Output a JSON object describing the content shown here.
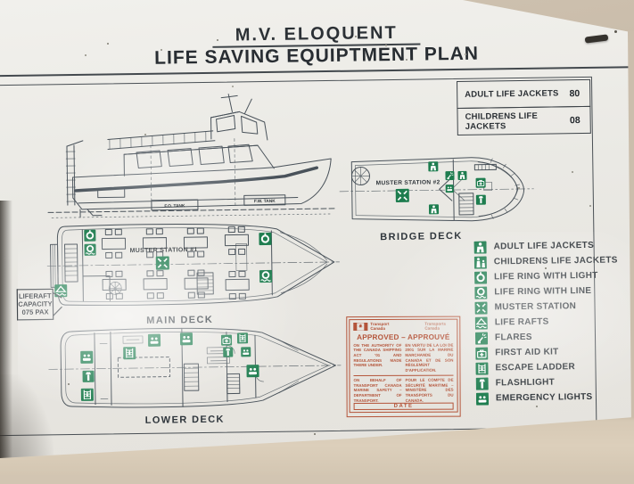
{
  "title": {
    "vessel": "M.V. ELOQUENT",
    "plan": "LIFE SAVING EQUIPTMENT PLAN"
  },
  "jackets_table": {
    "rows": [
      {
        "label": "ADULT LIFE JACKETS",
        "count": "80"
      },
      {
        "label": "CHILDRENS LIFE JACKETS",
        "count": "08"
      }
    ]
  },
  "decks": {
    "bridge": {
      "name": "BRIDGE DECK",
      "muster": "MUSTER STATION #2"
    },
    "main": {
      "name": "MAIN DECK",
      "muster": "MUSTER STATION #1"
    },
    "lower": {
      "name": "LOWER DECK"
    }
  },
  "profile_labels": {
    "tank1": "F.O. TANK",
    "tank2": "F.W. TANK"
  },
  "liferaft_callout": {
    "line1": "LIFERAFT",
    "line2": "CAPACITY",
    "line3": "075 PAX"
  },
  "legend": {
    "items": [
      {
        "icon": "adult-life-jacket-icon",
        "label": "ADULT LIFE JACKETS"
      },
      {
        "icon": "childrens-life-jacket-icon",
        "label": "CHILDRENS LIFE JACKETS"
      },
      {
        "icon": "life-ring-with-light-icon",
        "label": "LIFE RING WITH LIGHT"
      },
      {
        "icon": "life-ring-with-line-icon",
        "label": "LIFE RING WITH LINE"
      },
      {
        "icon": "muster-station-icon",
        "label": "MUSTER STATION"
      },
      {
        "icon": "life-raft-icon",
        "label": "LIFE RAFTS"
      },
      {
        "icon": "flares-icon",
        "label": "FLARES"
      },
      {
        "icon": "first-aid-kit-icon",
        "label": "FIRST AID KIT"
      },
      {
        "icon": "escape-ladder-icon",
        "label": "ESCAPE LADDER"
      },
      {
        "icon": "flashlight-icon",
        "label": "FLASHLIGHT"
      },
      {
        "icon": "emergency-lights-icon",
        "label": "EMERGENCY LIGHTS"
      }
    ]
  },
  "stamp": {
    "agency_en": "Transport Canada",
    "agency_fr": "Transports Canada",
    "title": "APPROVED – APPROUVÉ",
    "body_en_1": "ON THE AUTHORITY OF THE CANADA SHIPPING ACT '01 AND REGULATIONS MADE THERE UNDER.",
    "body_fr_1": "EN VERTU DE LA LOI DE 2001 SUR LA MARINE MARCHANDE DU CANADA ET DE SON RÈGLEMENT D'APPLICATION.",
    "body_en_2": "ON BEHALF OF TRANSPORT CANADA MARINE SAFETY – DEPARTMENT OF TRANSPORT.",
    "body_fr_2": "POUR LE COMPTE DE SÉCURITÉ MARITIME – MINISTÈRE DES TRANSPORTS DU CANADA.",
    "date_label": "DATE"
  },
  "colors": {
    "safety_green": "#1e7d4f",
    "stamp_red": "#b0482c",
    "wall_beige": "#d0c3b0",
    "ink": "#3c434a"
  }
}
